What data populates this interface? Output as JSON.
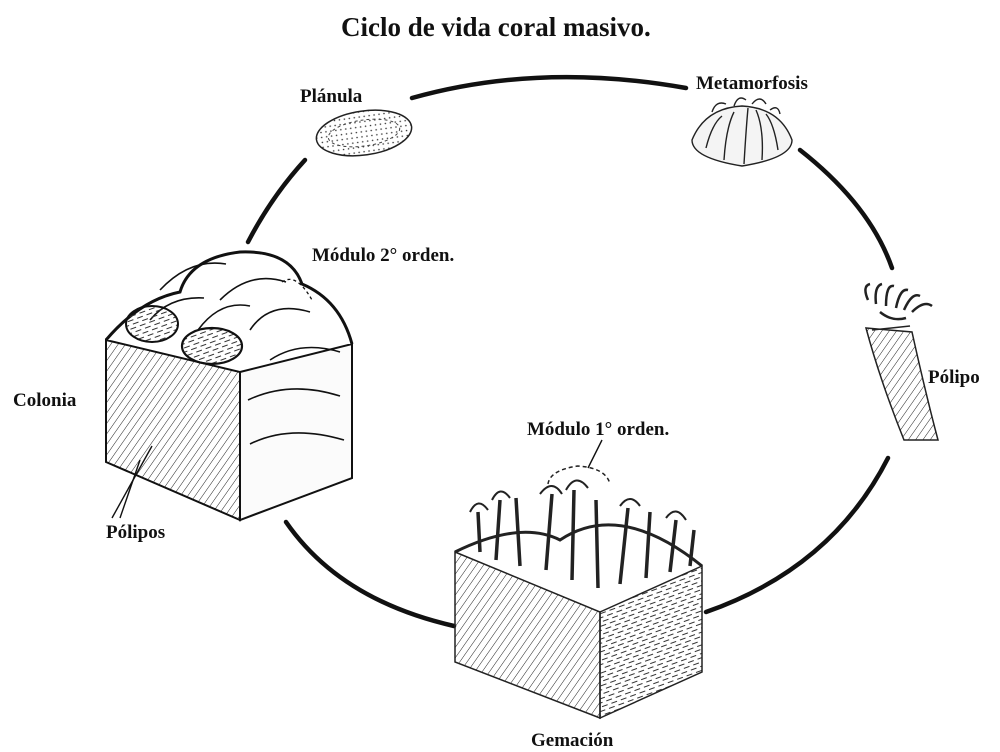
{
  "title": "Ciclo de vida coral masivo.",
  "labels": {
    "planula": "Plánula",
    "metamorfosis": "Metamorfosis",
    "polipo": "Pólipo",
    "modulo1": "Módulo 1° orden.",
    "gemacion": "Gemación",
    "modulo2": "Módulo 2° orden.",
    "colonia": "Colonia",
    "polipos": "Pólipos"
  },
  "stages_in_order": [
    "Plánula",
    "Metamorfosis",
    "Pólipo",
    "Gemación",
    "Colonia"
  ],
  "colors": {
    "ink": "#111111",
    "background": "#ffffff"
  }
}
